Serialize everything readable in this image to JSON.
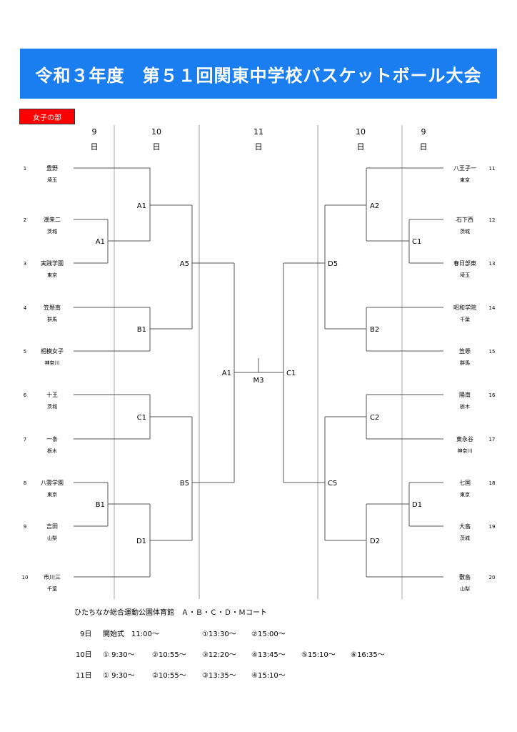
{
  "title": "令和３年度　第５１回関東中学校バスケットボール大会",
  "division": "女子の部",
  "day_headers": [
    {
      "num": "9",
      "unit": "日"
    },
    {
      "num": "10",
      "unit": "日"
    },
    {
      "num": "11",
      "unit": "日"
    },
    {
      "num": "10",
      "unit": "日"
    },
    {
      "num": "9",
      "unit": "日"
    }
  ],
  "teams_left": [
    {
      "seed": "1",
      "name": "豊野",
      "pref": "埼玉"
    },
    {
      "seed": "2",
      "name": "潮来二",
      "pref": "茨城"
    },
    {
      "seed": "3",
      "name": "実践学園",
      "pref": "東京"
    },
    {
      "seed": "4",
      "name": "笠懸南",
      "pref": "群馬"
    },
    {
      "seed": "5",
      "name": "相模女子",
      "pref": "神奈川"
    },
    {
      "seed": "6",
      "name": "十王",
      "pref": "茨城"
    },
    {
      "seed": "7",
      "name": "一条",
      "pref": "栃木"
    },
    {
      "seed": "8",
      "name": "八雲学園",
      "pref": "東京"
    },
    {
      "seed": "9",
      "name": "吉田",
      "pref": "山梨"
    },
    {
      "seed": "10",
      "name": "市川三",
      "pref": "千葉"
    }
  ],
  "teams_right": [
    {
      "seed": "11",
      "name": "八王子一",
      "pref": "東京"
    },
    {
      "seed": "12",
      "name": "石下西",
      "pref": "茨城"
    },
    {
      "seed": "13",
      "name": "春日部東",
      "pref": "埼玉"
    },
    {
      "seed": "14",
      "name": "昭和学院",
      "pref": "千葉"
    },
    {
      "seed": "15",
      "name": "笠懸",
      "pref": "群馬"
    },
    {
      "seed": "16",
      "name": "陽南",
      "pref": "栃木"
    },
    {
      "seed": "17",
      "name": "東永谷",
      "pref": "神奈川"
    },
    {
      "seed": "18",
      "name": "七国",
      "pref": "東京"
    },
    {
      "seed": "19",
      "name": "大島",
      "pref": "茨城"
    },
    {
      "seed": "20",
      "name": "敷島",
      "pref": "山梨"
    }
  ],
  "match_labels": {
    "l_r1_a": "A1",
    "l_r1_b": "B1",
    "l_r2_1": "A1",
    "l_r2_2": "B1",
    "l_r2_3": "C1",
    "l_r2_4": "D1",
    "l_r3_1": "A5",
    "l_r3_2": "B5",
    "semi_left": "A1",
    "final": "M3",
    "semi_right": "C1",
    "r_r3_1": "D5",
    "r_r3_2": "C5",
    "r_r2_1": "A2",
    "r_r2_2": "B2",
    "r_r2_3": "C2",
    "r_r2_4": "D2",
    "r_r1_a": "C1",
    "r_r1_b": "D1"
  },
  "schedule": {
    "venue": "ひたちなか総合運動公園体育館　Ａ・Ｂ・Ｃ・Ｄ・Ｍコート",
    "day9": {
      "label": "9日",
      "items": [
        "開始式　11:00～",
        "①13:30～",
        "②15:00～"
      ]
    },
    "day10": {
      "label": "10日",
      "items": [
        "①  9:30～",
        "②10:55～",
        "③12:20～",
        "④13:45～",
        "⑤15:10～",
        "⑥16:35～"
      ]
    },
    "day11": {
      "label": "11日",
      "items": [
        "①  9:30～",
        "②10:55～",
        "③13:35～",
        "④15:10～"
      ]
    }
  },
  "colors": {
    "banner": "#1a7ef0",
    "badge": "#ff0000"
  }
}
